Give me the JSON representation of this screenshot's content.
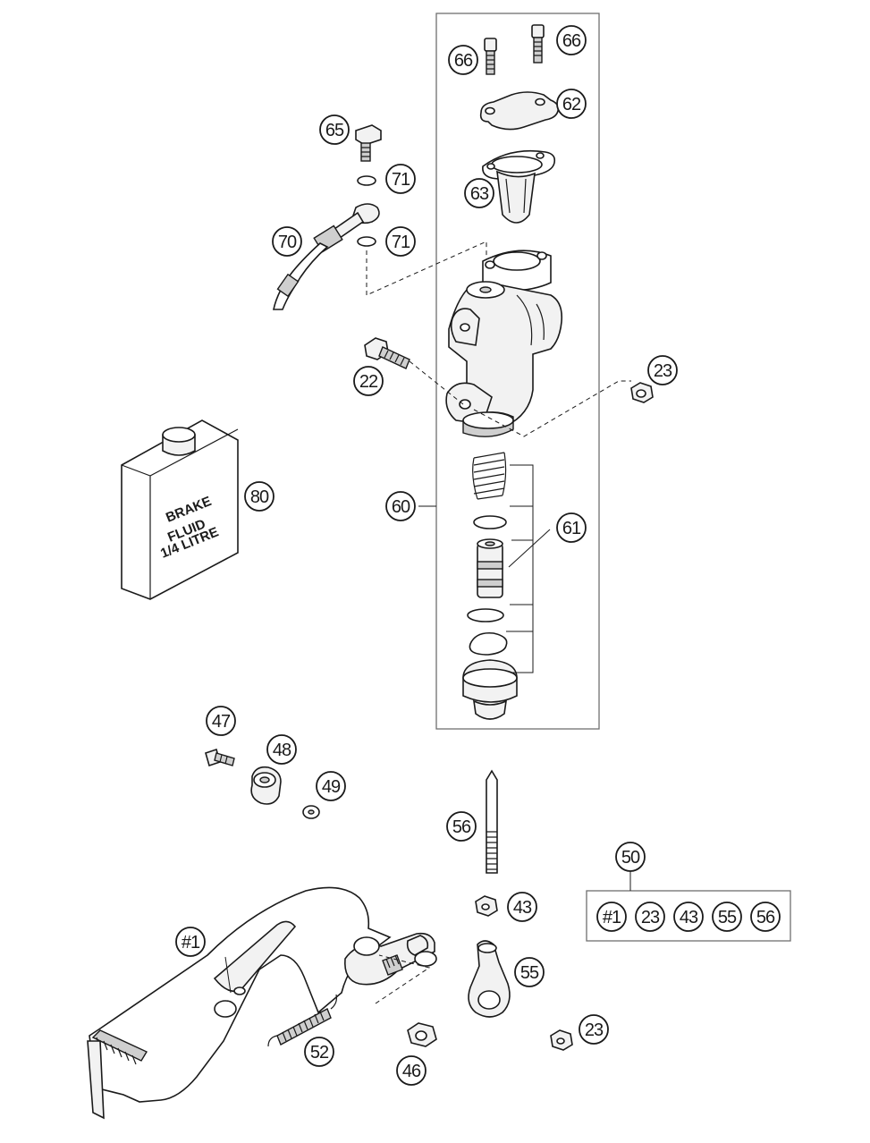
{
  "diagram": {
    "can_text": [
      "BRAKE",
      "FLUID",
      "1/4 LITRE"
    ],
    "callouts": {
      "c66a": "66",
      "c66b": "66",
      "c62": "62",
      "c65": "65",
      "c71a": "71",
      "c63": "63",
      "c70": "70",
      "c71b": "71",
      "c22": "22",
      "c23a": "23",
      "c80": "80",
      "c60": "60",
      "c61": "61",
      "c47": "47",
      "c48": "48",
      "c49": "49",
      "c56": "56",
      "c50": "50",
      "c43": "43",
      "c1": "#1",
      "c55": "55",
      "c23b": "23",
      "c52": "52",
      "c46": "46"
    },
    "kit_items": [
      "#1",
      "23",
      "43",
      "55",
      "56"
    ]
  }
}
